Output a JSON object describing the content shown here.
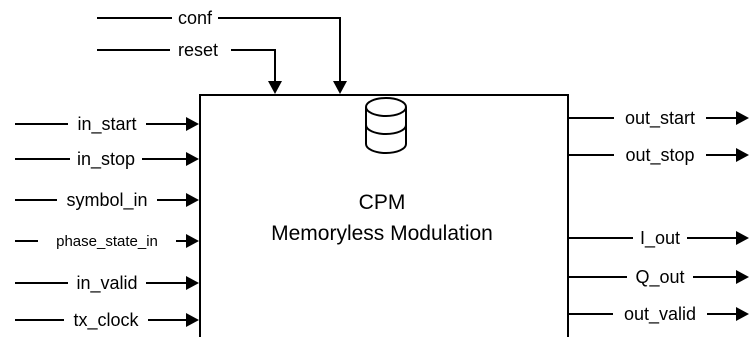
{
  "block": {
    "title_line1": "CPM",
    "title_line2": "Memoryless Modulation",
    "icon": "database-icon"
  },
  "top_inputs": [
    {
      "label": "conf"
    },
    {
      "label": "reset"
    }
  ],
  "left_inputs": [
    {
      "label": "in_start"
    },
    {
      "label": "in_stop"
    },
    {
      "label": "symbol_in"
    },
    {
      "label": "phase_state_in"
    },
    {
      "label": "in_valid"
    },
    {
      "label": "tx_clock"
    }
  ],
  "right_outputs": [
    {
      "label": "out_start"
    },
    {
      "label": "out_stop"
    },
    {
      "label": "I_out"
    },
    {
      "label": "Q_out"
    },
    {
      "label": "out_valid"
    }
  ],
  "colors": {
    "line": "#000000",
    "background": "#ffffff"
  }
}
